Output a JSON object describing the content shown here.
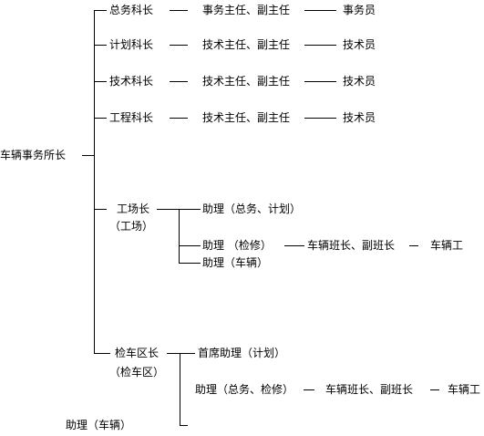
{
  "org": {
    "root": "车辆事务所长",
    "chiefs": [
      {
        "title": "总务科长",
        "deputy": "事务主任、副主任",
        "staff": "事务员"
      },
      {
        "title": "计划科长",
        "deputy": "技术主任、副主任",
        "staff": "技术员"
      },
      {
        "title": "技术科长",
        "deputy": "技术主任、副主任",
        "staff": "技术员"
      },
      {
        "title": "工程科长",
        "deputy": "技术主任、副主任",
        "staff": "技术员"
      }
    ],
    "factory": {
      "title": "工场长",
      "sub": "（工场）",
      "assistants": [
        "助理（总务、计划）",
        "助理 （检修）",
        "助理（车辆）"
      ],
      "foreman": "车辆班长、副班长",
      "worker": "车辆工"
    },
    "inspection": {
      "title": "检车区长",
      "sub": "（检车区）",
      "assistants": [
        "首席助理（计划）",
        "助理（总务、检修）",
        "助理（车辆）"
      ],
      "foreman": "车辆班长、副班长",
      "worker": "车辆工"
    }
  }
}
